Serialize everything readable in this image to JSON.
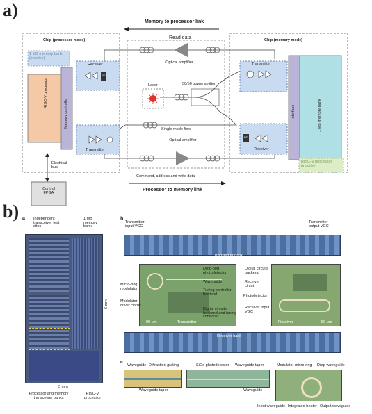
{
  "panel_a": {
    "letter": "a)",
    "top_link_label": "Memory to processor link",
    "bottom_link_label": "Processor to memory link",
    "read_data": "Read data",
    "write_data": "Command, address and write data",
    "chip_left_title": "Chip (processor mode)",
    "chip_right_title": "Chip (memory mode)",
    "mem_inactive": "1 MB memory bank (inactive)",
    "riscv": "RISC-V processor",
    "mem_controller": "Memory controller",
    "receiver": "Receiver",
    "transmitter": "Transmitter",
    "pd": "PD",
    "optical_amp": "Optical amplifier",
    "laser": "Laser",
    "splitter": "50/50 power splitter",
    "fibre": "Single-mode fibre",
    "interface": "Interface",
    "mem_bank": "1 MB memory bank",
    "riscv_inactive": "RISC-V processor (inactive)",
    "electrical_bus": "Electrical bus",
    "control_fpga": "Control FPGA"
  },
  "panel_b": {
    "letter": "b)",
    "sub_a": "a",
    "sub_b": "b",
    "sub_c": "c",
    "indep": "Independent transceiver test sites",
    "mem_1mb": "1 MB memory bank",
    "dim_6mm": "6 mm",
    "dim_3mm": "3 mm",
    "proc_mem": "Processor and memory transceiver banks",
    "riscv_proc": "RISC-V processor",
    "tx_input_vgc": "Transmitter input VGC",
    "tx_output_vgc": "Transmitter output VGC",
    "tx_bank": "Transmitter bank",
    "rx_bank": "Receiver bank",
    "drop_port_pd": "Drop-port photodetector",
    "waveguide": "Waveguide",
    "micro_ring_mod": "Micro-ring modulator",
    "tuning_ctrl": "Tuning controller frontend",
    "mod_driver": "Modulator driver circuit",
    "dig_backend_tuning": "Digital circuits backend and tuning controller",
    "scale_90": "90 μm",
    "transmitter": "Transmitter",
    "dig_backend": "Digital circuits backend",
    "receiver_circuit": "Receiver circuit",
    "photodetector": "Photodetector",
    "rx_input_vgc": "Receiver input VGC",
    "scale_50": "50 μm",
    "receiver": "Receiver",
    "c_waveguide": "Waveguide",
    "c_grating": "Diffraction grating",
    "c_taper": "Waveguide taper",
    "c_sige": "SiGe photodetector",
    "c_taper2": "Waveguide taper",
    "c_waveguide2": "Waveguide",
    "c_mod_ring": "Modulator micro-ring",
    "c_drop": "Drop waveguide",
    "c_input": "Input waveguide",
    "c_heater": "Integrated heater",
    "c_output": "Output waveguide"
  }
}
